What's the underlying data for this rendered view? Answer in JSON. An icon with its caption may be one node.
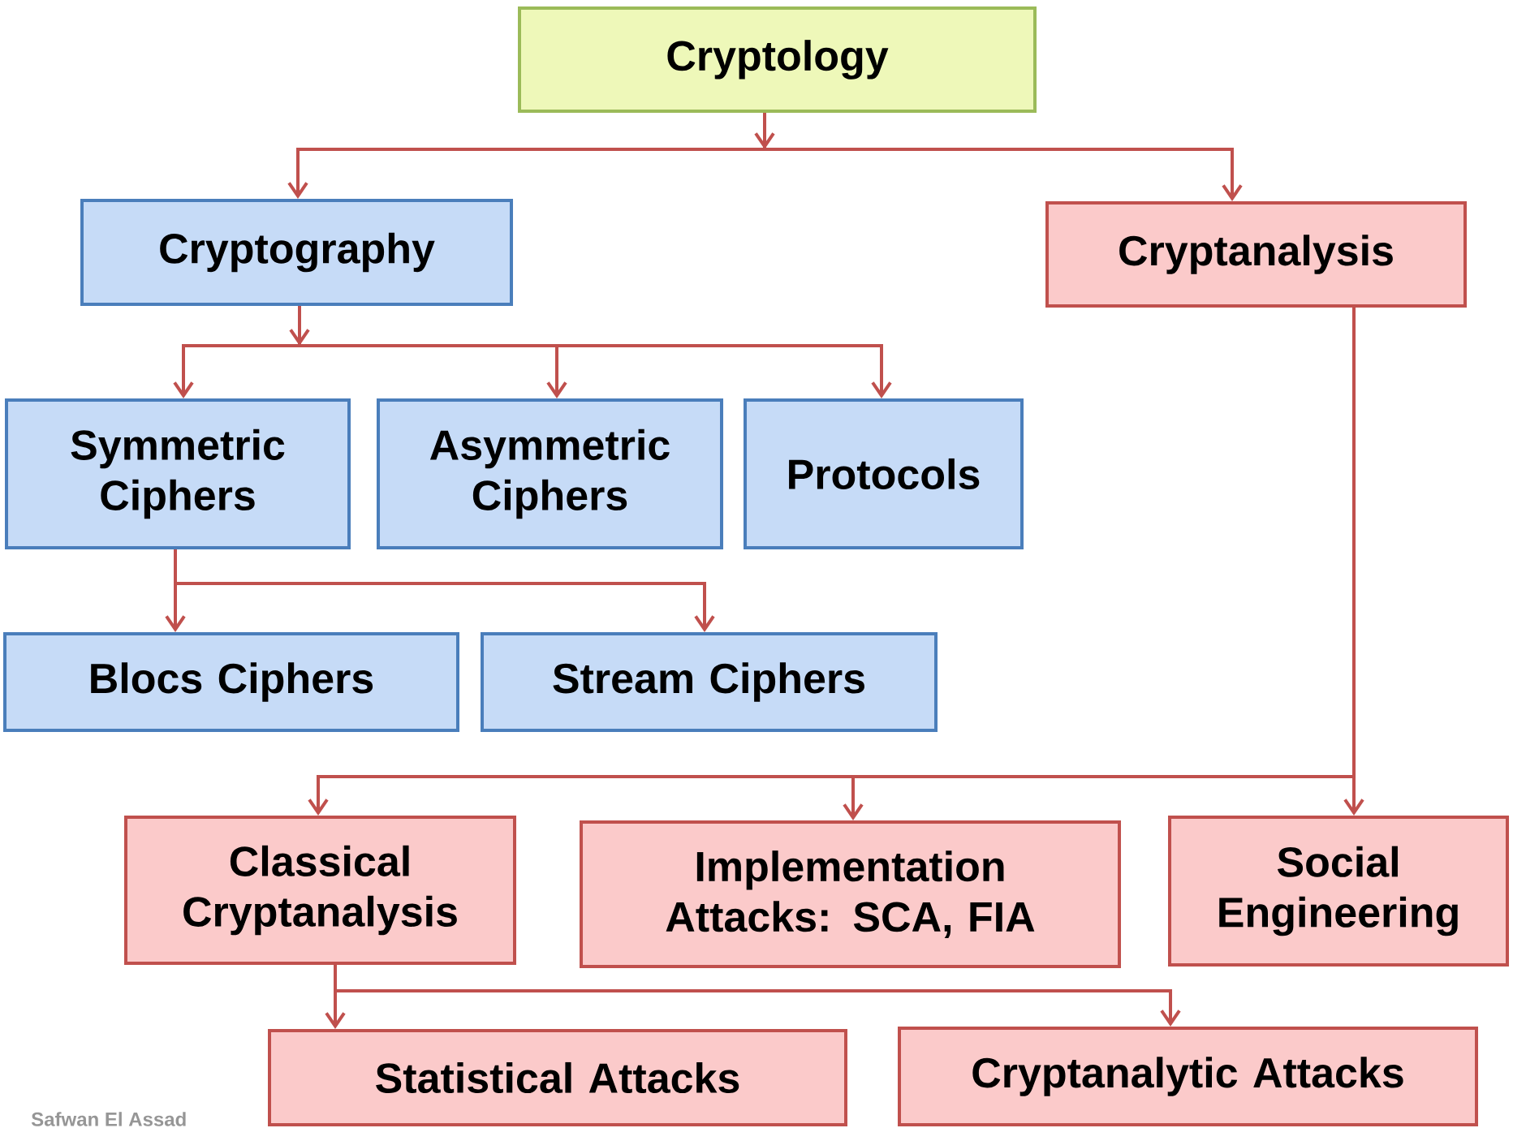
{
  "diagram": {
    "nodes": [
      {
        "text": [
          "Cryptology"
        ]
      },
      {
        "text": [
          "Cryptography"
        ]
      },
      {
        "text": [
          "Cryptanalysis"
        ]
      },
      {
        "text": [
          "Symmetric Ciphers"
        ]
      },
      {
        "text": [
          "Asymmetric Ciphers"
        ]
      },
      {
        "text": [
          "Protocols"
        ]
      },
      {
        "text": [
          "Blocs Ciphers"
        ]
      },
      {
        "text": [
          "Stream Ciphers"
        ]
      },
      {
        "text": [
          "Classical Cryptanalysis"
        ]
      },
      {
        "text": [
          "Implementation Attacks: SCA, FIA"
        ]
      },
      {
        "text": [
          "Social Engineering"
        ]
      },
      {
        "text": [
          "Statistical Attacks"
        ]
      },
      {
        "text": [
          "Cryptanalytic Attacks"
        ]
      }
    ],
    "edges": [
      {
        "from": 0,
        "to": 1,
        "arrow": "to"
      },
      {
        "from": 0,
        "to": 2,
        "arrow": "to"
      },
      {
        "from": 1,
        "to": 3,
        "arrow": "to"
      },
      {
        "from": 1,
        "to": 4,
        "arrow": "to"
      },
      {
        "from": 1,
        "to": 5,
        "arrow": "to"
      },
      {
        "from": 3,
        "to": 6,
        "arrow": "to"
      },
      {
        "from": 3,
        "to": 7,
        "arrow": "to"
      },
      {
        "from": 2,
        "to": 8,
        "arrow": "to"
      },
      {
        "from": 2,
        "to": 9,
        "arrow": "to"
      },
      {
        "from": 2,
        "to": 10,
        "arrow": "to"
      },
      {
        "from": 8,
        "to": 11,
        "arrow": "to"
      },
      {
        "from": 8,
        "to": 12,
        "arrow": "to"
      }
    ],
    "labels": [
      "Safwan El Assad"
    ]
  }
}
